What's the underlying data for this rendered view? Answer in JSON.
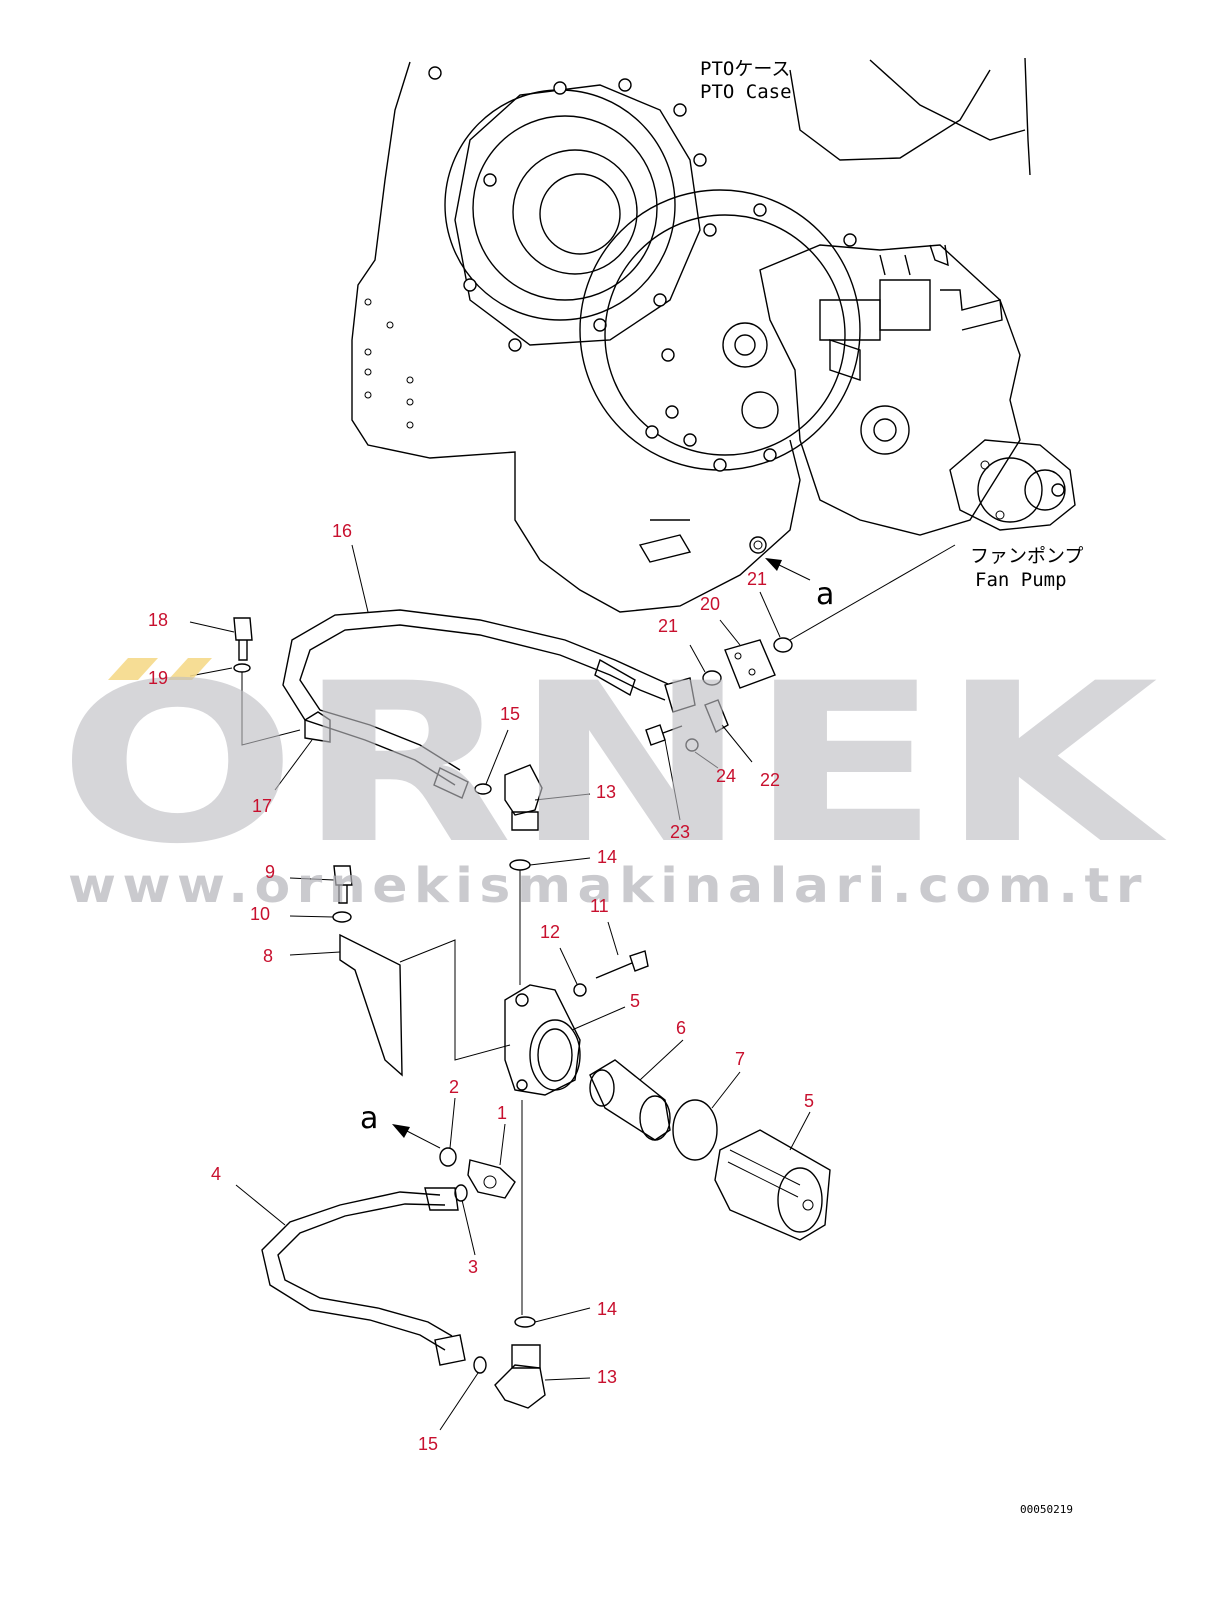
{
  "diagram": {
    "labels": {
      "pto_case_jp": "PTOケース",
      "pto_case_en": "PTO Case",
      "fan_pump_jp": "ファンポンプ",
      "fan_pump_en": "Fan Pump",
      "view_a_top": "a",
      "view_a_bottom": "a",
      "drawing_number": "00050219"
    },
    "watermark": {
      "brand": "ORNEK",
      "url": "www.ornekismakinalari.com.tr",
      "accent_color": "#f5d98a"
    },
    "callouts": [
      {
        "id": "c16",
        "text": "16"
      },
      {
        "id": "c18",
        "text": "18"
      },
      {
        "id": "c19",
        "text": "19"
      },
      {
        "id": "c17",
        "text": "17"
      },
      {
        "id": "c21a",
        "text": "21"
      },
      {
        "id": "c21b",
        "text": "21"
      },
      {
        "id": "c20",
        "text": "20"
      },
      {
        "id": "c15a",
        "text": "15"
      },
      {
        "id": "c13a",
        "text": "13"
      },
      {
        "id": "c22",
        "text": "22"
      },
      {
        "id": "c23",
        "text": "23"
      },
      {
        "id": "c24",
        "text": "24"
      },
      {
        "id": "c14a",
        "text": "14"
      },
      {
        "id": "c9",
        "text": "9"
      },
      {
        "id": "c10",
        "text": "10"
      },
      {
        "id": "c8",
        "text": "8"
      },
      {
        "id": "c12",
        "text": "12"
      },
      {
        "id": "c11",
        "text": "11"
      },
      {
        "id": "c5a",
        "text": "5"
      },
      {
        "id": "c6",
        "text": "6"
      },
      {
        "id": "c7",
        "text": "7"
      },
      {
        "id": "c5b",
        "text": "5"
      },
      {
        "id": "c2",
        "text": "2"
      },
      {
        "id": "c1",
        "text": "1"
      },
      {
        "id": "c4",
        "text": "4"
      },
      {
        "id": "c3",
        "text": "3"
      },
      {
        "id": "c14b",
        "text": "14"
      },
      {
        "id": "c13b",
        "text": "13"
      },
      {
        "id": "c15b",
        "text": "15"
      }
    ],
    "colors": {
      "line": "#000000",
      "callout": "#c8102e",
      "watermark": "#bdbdc2"
    }
  }
}
